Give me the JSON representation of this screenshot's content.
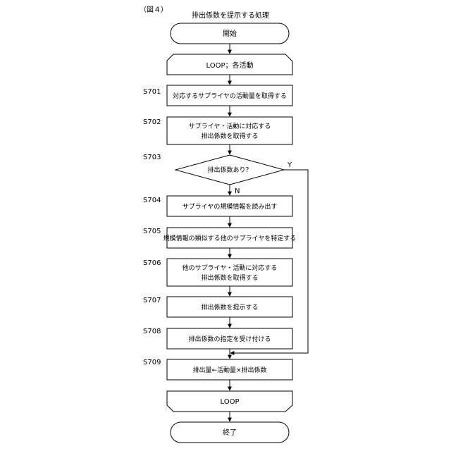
{
  "figure_label": "（図４）",
  "title": "排出係数を提示する処理",
  "start": "開始",
  "loop_start": "LOOP；各活動",
  "steps": [
    {
      "id": "S701",
      "lines": [
        "対応するサプライヤの活動量を取得する"
      ]
    },
    {
      "id": "S702",
      "lines": [
        "サプライヤ・活動に対応する",
        "排出係数を取得する"
      ]
    },
    {
      "id": "S703",
      "lines": [
        "排出係数あり？"
      ],
      "yes": "Y",
      "no": "N"
    },
    {
      "id": "S704",
      "lines": [
        "サプライヤの規模情報を読み出す"
      ]
    },
    {
      "id": "S705",
      "lines": [
        "規模情報の類似する他のサプライヤを特定する"
      ]
    },
    {
      "id": "S706",
      "lines": [
        "他のサプライヤ・活動に対応する",
        "排出係数を取得する"
      ]
    },
    {
      "id": "S707",
      "lines": [
        "排出係数を提示する"
      ]
    },
    {
      "id": "S708",
      "lines": [
        "排出係数の指定を受け付ける"
      ]
    },
    {
      "id": "S709",
      "lines": [
        "排出量←活動量×排出係数"
      ]
    }
  ],
  "loop_end": "LOOP",
  "end": "終了"
}
